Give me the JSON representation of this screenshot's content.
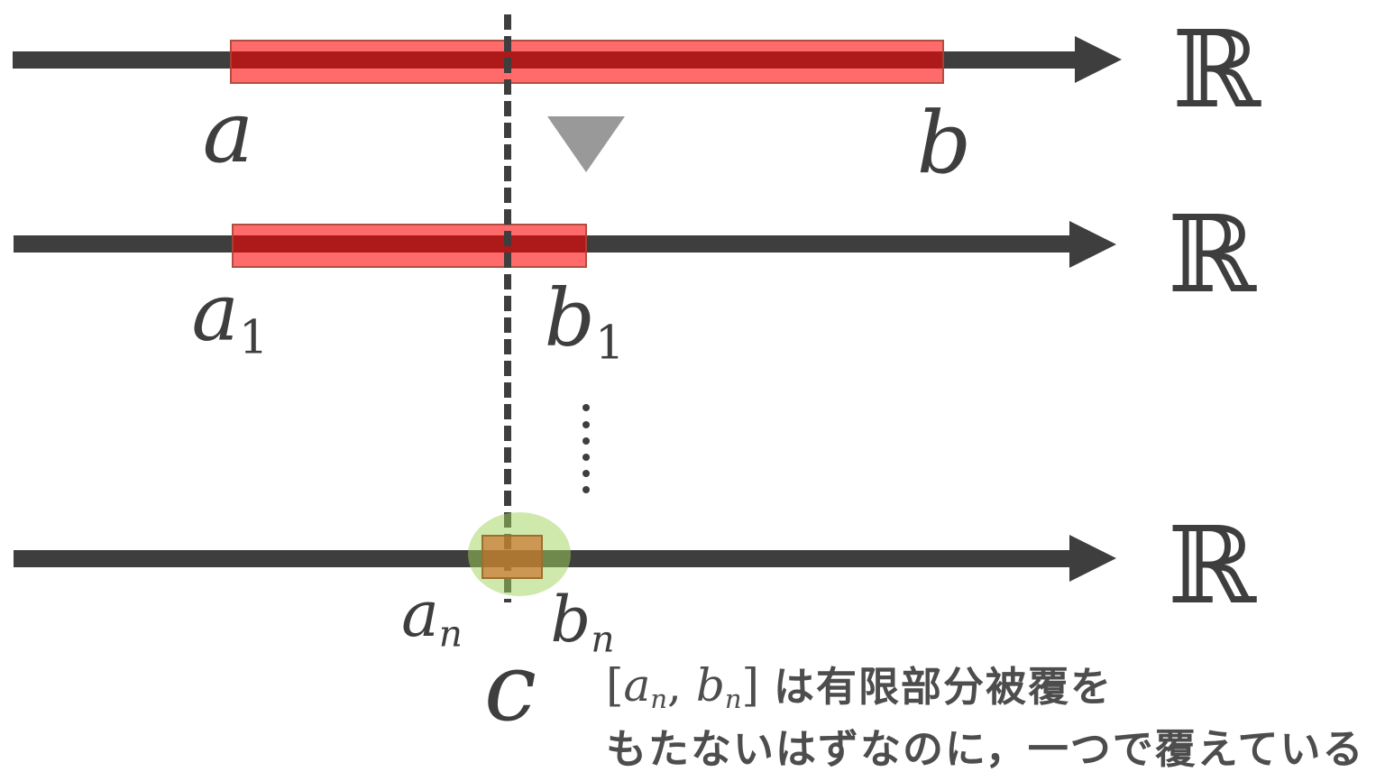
{
  "figure_description": "nested closed intervals on the real line converging to the point c",
  "colors": {
    "axis": "#3e3e3e",
    "interval_fill_over_white": "#ff6b6b",
    "interval_fill_over_axis": "#b01b1b",
    "interval_border": "#b96a5a",
    "step_triangle": "#999999",
    "highlight_ellipse": "#cfe9ad",
    "small_interval": "#cb9853",
    "small_interval_border": "#9c6f2e",
    "caption_text": "#4d4d4d"
  },
  "labels": {
    "real_line": "ℝ",
    "a": "a",
    "b": "b",
    "a1": {
      "base": "a",
      "sub": "1"
    },
    "b1": {
      "base": "b",
      "sub": "1"
    },
    "an": {
      "base": "a",
      "sub": "n"
    },
    "bn": {
      "base": "b",
      "sub": "n"
    },
    "c": "c"
  },
  "ellipsis_dot_count": 6,
  "caption": {
    "interval_math": {
      "open": "[",
      "a_base": "a",
      "a_sub": "n",
      "separator": ",",
      "b_base": "b",
      "b_sub": "n",
      "close": "]"
    },
    "line1_text": "は有限部分被覆を",
    "line2_text": "もたないはずなのに，一つで覆えている"
  }
}
